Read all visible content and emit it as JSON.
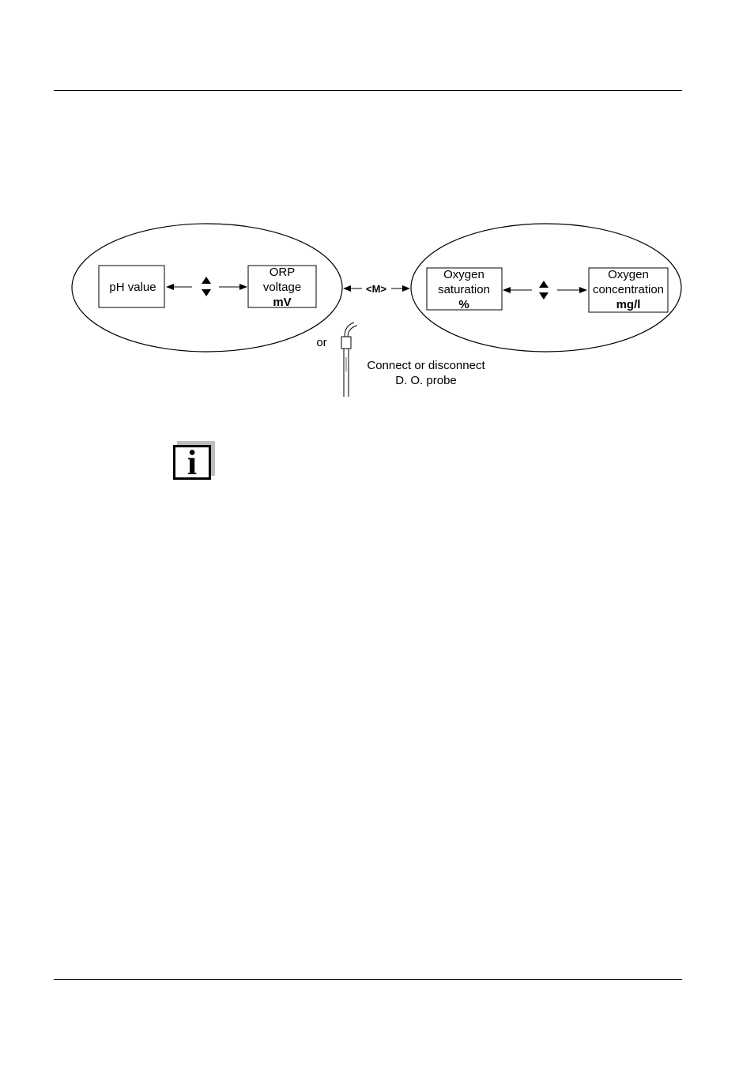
{
  "diagram": {
    "left_group": {
      "ph_box": {
        "line1": "pH value"
      },
      "orp_box": {
        "line1": "ORP",
        "line2": "voltage",
        "unit": "mV"
      }
    },
    "switch_key": "<M>",
    "alternative": "or",
    "probe_note": {
      "line1": "Connect or disconnect",
      "line2": "D. O. probe"
    },
    "right_group": {
      "saturation_box": {
        "line1": "Oxygen",
        "line2": "saturation",
        "unit": "%"
      },
      "concentration_box": {
        "line1": "Oxygen",
        "line2": "concentration",
        "unit": "mg/l"
      }
    },
    "icons": [
      "up-down-arrow-icon",
      "double-arrow-icon",
      "probe-icon"
    ]
  },
  "info_icon": {
    "glyph": "i",
    "icon": "info-icon"
  }
}
